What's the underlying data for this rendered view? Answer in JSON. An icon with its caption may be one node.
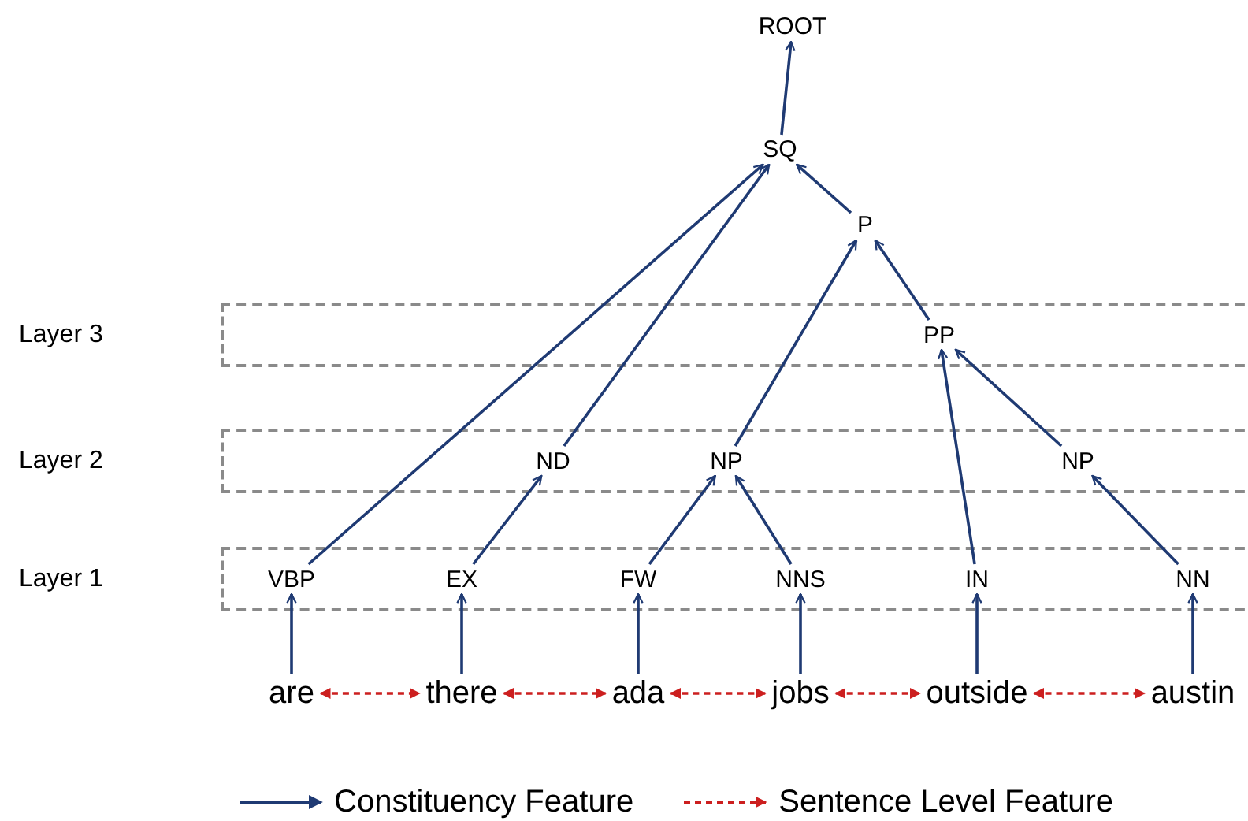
{
  "diagram": {
    "nodes": [
      {
        "text": [
          "ROOT"
        ]
      },
      {
        "text": [
          "SQ"
        ]
      },
      {
        "text": [
          "P"
        ]
      },
      {
        "text": [
          "Layer 3"
        ]
      },
      {
        "text": [
          "PP"
        ],
        "in": 3
      },
      {
        "text": [
          "Layer 2"
        ]
      },
      {
        "text": [
          "ND"
        ],
        "in": 5
      },
      {
        "text": [
          "NP"
        ],
        "in": 5
      },
      {
        "text": [
          "NP"
        ],
        "in": 5
      },
      {
        "text": [
          "Layer 1"
        ]
      },
      {
        "text": [
          "VBP"
        ],
        "in": 9
      },
      {
        "text": [
          "EX"
        ],
        "in": 9
      },
      {
        "text": [
          "FW"
        ],
        "in": 9
      },
      {
        "text": [
          "NNS"
        ],
        "in": 9
      },
      {
        "text": [
          "IN"
        ],
        "in": 9
      },
      {
        "text": [
          "NN"
        ],
        "in": 9
      },
      {
        "text": [
          "are"
        ]
      },
      {
        "text": [
          "there"
        ]
      },
      {
        "text": [
          "ada"
        ]
      },
      {
        "text": [
          "jobs"
        ]
      },
      {
        "text": [
          "outside"
        ]
      },
      {
        "text": [
          "austin"
        ]
      }
    ],
    "edges": [
      {
        "from": 1,
        "to": 0,
        "arrow": "to"
      },
      {
        "from": 10,
        "to": 1,
        "arrow": "to"
      },
      {
        "from": 6,
        "to": 1,
        "arrow": "to"
      },
      {
        "from": 2,
        "to": 1,
        "arrow": "to"
      },
      {
        "from": 7,
        "to": 2,
        "arrow": "to"
      },
      {
        "from": 4,
        "to": 2,
        "arrow": "to"
      },
      {
        "from": 14,
        "to": 4,
        "arrow": "to"
      },
      {
        "from": 8,
        "to": 4,
        "arrow": "to"
      },
      {
        "from": 11,
        "to": 6,
        "arrow": "to"
      },
      {
        "from": 12,
        "to": 7,
        "arrow": "to"
      },
      {
        "from": 13,
        "to": 7,
        "arrow": "to"
      },
      {
        "from": 15,
        "to": 8,
        "arrow": "to"
      },
      {
        "from": 16,
        "to": 10,
        "arrow": "to"
      },
      {
        "from": 17,
        "to": 11,
        "arrow": "to"
      },
      {
        "from": 18,
        "to": 12,
        "arrow": "to"
      },
      {
        "from": 19,
        "to": 13,
        "arrow": "to"
      },
      {
        "from": 20,
        "to": 14,
        "arrow": "to"
      },
      {
        "from": 21,
        "to": 15,
        "arrow": "to"
      },
      {
        "from": 16,
        "to": 17,
        "arrow": "both",
        "style": "dashed",
        "color": "#cc1f1f"
      },
      {
        "from": 17,
        "to": 18,
        "arrow": "both",
        "style": "dashed",
        "color": "#cc1f1f"
      },
      {
        "from": 18,
        "to": 19,
        "arrow": "both",
        "style": "dashed",
        "color": "#cc1f1f"
      },
      {
        "from": 19,
        "to": 20,
        "arrow": "both",
        "style": "dashed",
        "color": "#cc1f1f"
      },
      {
        "from": 20,
        "to": 21,
        "arrow": "both",
        "style": "dashed",
        "color": "#cc1f1f"
      }
    ],
    "legend": [
      {
        "text": "Constituency Feature"
      },
      {
        "text": "Sentence Level Feature"
      }
    ]
  }
}
